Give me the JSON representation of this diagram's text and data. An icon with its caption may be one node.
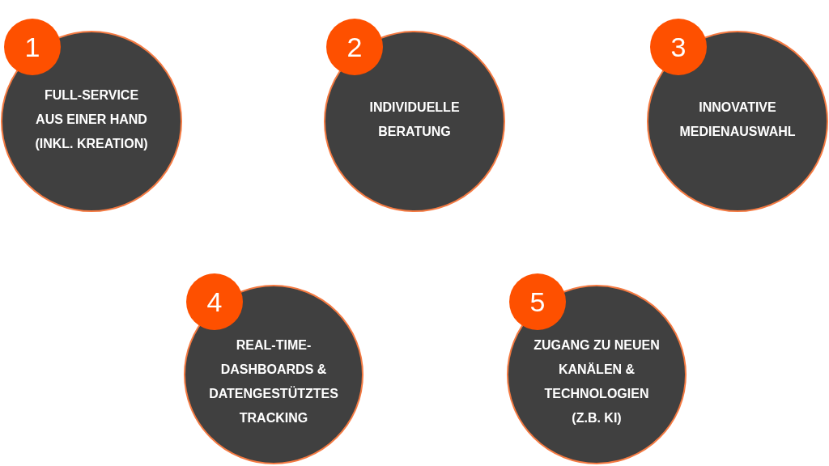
{
  "diagram": {
    "nodes": [
      {
        "text": [
          "1"
        ]
      },
      {
        "text": [
          "FULL-SERVICE AUS EINER HAND (INKL. KREATION)"
        ]
      },
      {
        "text": [
          "2"
        ]
      },
      {
        "text": [
          "INDIVIDUELLE BERATUNG"
        ]
      },
      {
        "text": [
          "3"
        ]
      },
      {
        "text": [
          "INNOVATIVE MEDIENAUSWAHL"
        ]
      },
      {
        "text": [
          "4"
        ]
      },
      {
        "text": [
          "REAL-TIME-DASHBOARDS & DATENGESTÜTZTES TRACKING"
        ]
      },
      {
        "text": [
          "5"
        ]
      },
      {
        "text": [
          "ZUGANG ZU NEUEN KANÄLEN & TECHNOLOGIEN (Z.B. KI)"
        ]
      }
    ]
  }
}
